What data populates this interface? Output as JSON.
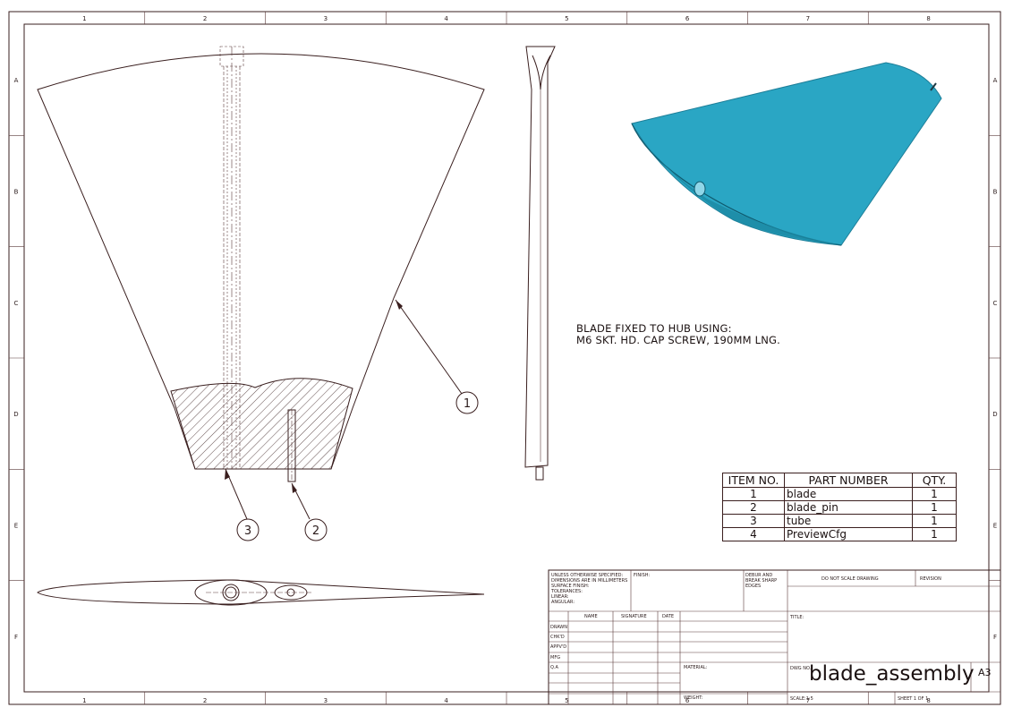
{
  "border": {
    "columns": [
      "1",
      "2",
      "3",
      "4",
      "5",
      "6",
      "7",
      "8"
    ],
    "rows": [
      "A",
      "B",
      "C",
      "D",
      "E",
      "F"
    ]
  },
  "note": {
    "line1": "BLADE FIXED TO HUB USING:",
    "line2": "M6 SKT. HD. CAP SCREW, 190MM LNG."
  },
  "balloons": [
    "1",
    "2",
    "3"
  ],
  "bom": {
    "headers": [
      "ITEM NO.",
      "PART NUMBER",
      "QTY."
    ],
    "rows": [
      {
        "item": "1",
        "part": "blade",
        "qty": "1"
      },
      {
        "item": "2",
        "part": "blade_pin",
        "qty": "1"
      },
      {
        "item": "3",
        "part": "tube",
        "qty": "1"
      },
      {
        "item": "4",
        "part": "PreviewCfg",
        "qty": "1"
      }
    ]
  },
  "title_block": {
    "spec_note": "UNLESS OTHERWISE SPECIFIED:\nDIMENSIONS ARE IN MILLIMETERS\nSURFACE FINISH:\nTOLERANCES:\n  LINEAR:\n  ANGULAR:",
    "finish": "FINISH:",
    "deburr": "DEBUR AND\nBREAK SHARP\nEDGES",
    "do_not_scale": "DO NOT SCALE DRAWING",
    "revision": "REVISION",
    "name": "NAME",
    "signature": "SIGNATURE",
    "date": "DATE",
    "drawn": "DRAWN",
    "chkd": "CHK'D",
    "appvd": "APPV'D",
    "mfg": "MFG",
    "qa": "Q.A",
    "material": "MATERIAL:",
    "weight": "WEIGHT:",
    "title_label": "TITLE:",
    "dwg_no_label": "DWG NO.",
    "dwg_no": "blade_assembly",
    "size": "A3",
    "scale": "SCALE:1:5",
    "sheet": "SHEET 1 OF 1"
  },
  "colors": {
    "line": "#3a1f1f",
    "model_face": "#2aa6c4",
    "model_edge": "#1e7f99"
  }
}
